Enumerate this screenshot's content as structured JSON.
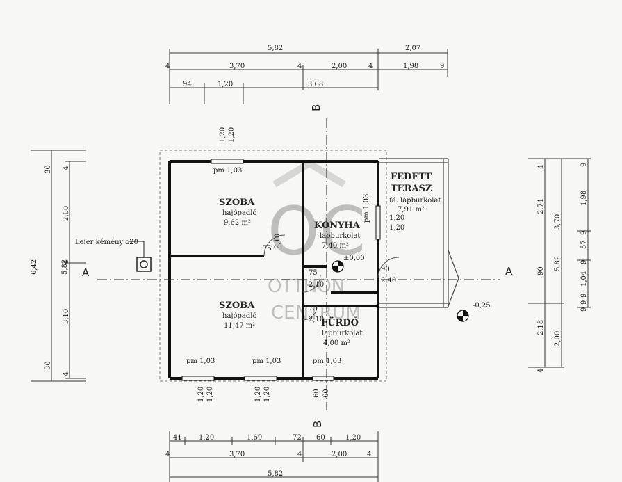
{
  "rooms": {
    "szoba1": {
      "name": "SZOBA",
      "floor": "hajópadló",
      "area": "9,62 m²"
    },
    "konyha": {
      "name": "KONYHA",
      "floor": "lapburkolat",
      "area": "7,40 m²"
    },
    "terasz": {
      "name1": "FEDETT",
      "name2": "TERASZ",
      "floor": "fä. lapburkolat",
      "area": "7,91 m²"
    },
    "szoba2": {
      "name": "SZOBA",
      "floor": "hajópadló",
      "area": "11,47 m²"
    },
    "furdo": {
      "name": "FÜRDŐ",
      "floor": "lapburkolat",
      "area": "4,00 m²"
    }
  },
  "labels": {
    "chimney": "Leier kémény o20",
    "section_a": "A",
    "section_b": "B",
    "level_0": "±0,00",
    "level_terrace": "-0,25",
    "watermark_top": "OC",
    "watermark_1": "OTTHON",
    "watermark_2": "CENTRUM"
  },
  "dims_top": {
    "r1": [
      "5,82",
      "2,07"
    ],
    "r2": [
      "4",
      "3,70",
      "4",
      "2,00",
      "4",
      "1,98",
      "9"
    ],
    "r3": [
      "94",
      "1,20",
      "3,68"
    ]
  },
  "dims_bottom": {
    "r1": [
      "41",
      "1,20",
      "1,69",
      "72",
      "60",
      "1,20"
    ],
    "r2": [
      "4",
      "3,70",
      "4",
      "2,00",
      "4"
    ],
    "r3": [
      "5,82"
    ]
  },
  "dims_left": {
    "outer": "6,42",
    "mid": "5,82",
    "inner": [
      "30",
      "4",
      "2,60",
      "4",
      "3,10",
      "4",
      "30"
    ]
  },
  "dims_right": {
    "a": [
      "4",
      "2,74",
      "90",
      "2,18",
      "4"
    ],
    "b": [
      "3,70",
      "5,82",
      "2,00"
    ],
    "c": [
      "9",
      "1,98",
      "9",
      "57",
      "9",
      "1,04",
      "9",
      "9",
      "9"
    ]
  },
  "openings": {
    "pm": "pm 1,03",
    "w120": "1,20",
    "d75": "75",
    "h210": "2,10",
    "d90": "90",
    "h240": "2,40",
    "w60": "60"
  }
}
